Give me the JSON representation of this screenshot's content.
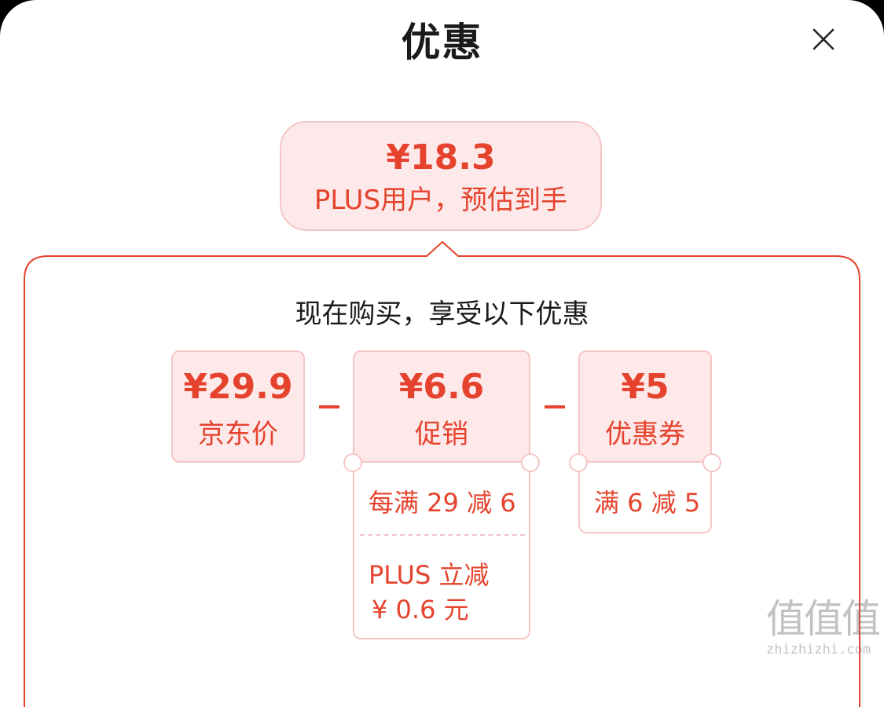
{
  "header": {
    "title": "优惠"
  },
  "summary": {
    "price": "¥18.3",
    "subtitle": "PLUS用户，预估到手"
  },
  "section": {
    "heading": "现在购买，享受以下优惠"
  },
  "breakdown": {
    "jd_price": {
      "amount": "¥29.9",
      "label": "京东价"
    },
    "operator_1": "−",
    "promotion": {
      "amount": "¥6.6",
      "label": "促销",
      "details": [
        "每满 29 减 6",
        "PLUS 立减",
        "¥ 0.6 元"
      ]
    },
    "operator_2": "−",
    "coupon": {
      "amount": "¥5",
      "label": "优惠券",
      "details": [
        "满 6 减 5"
      ]
    }
  },
  "watermark": {
    "logo": "值值值",
    "url": "zhizhizhi.com"
  },
  "colors": {
    "accent": "#e5432d",
    "card_bg": "#fde9e9",
    "card_border": "#f6c6c6"
  }
}
